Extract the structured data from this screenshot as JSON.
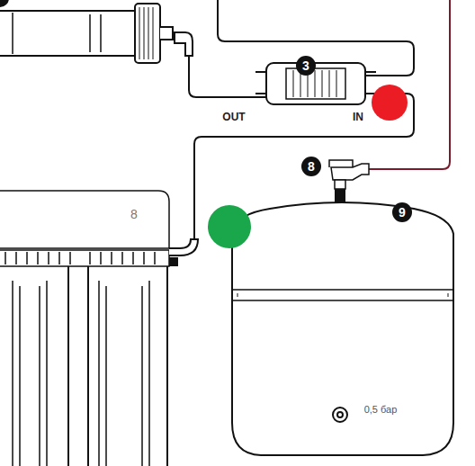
{
  "diagram": {
    "labels": [
      "3",
      "OUT",
      "IN",
      "8",
      "9",
      "8",
      "0,5 бар"
    ]
  }
}
